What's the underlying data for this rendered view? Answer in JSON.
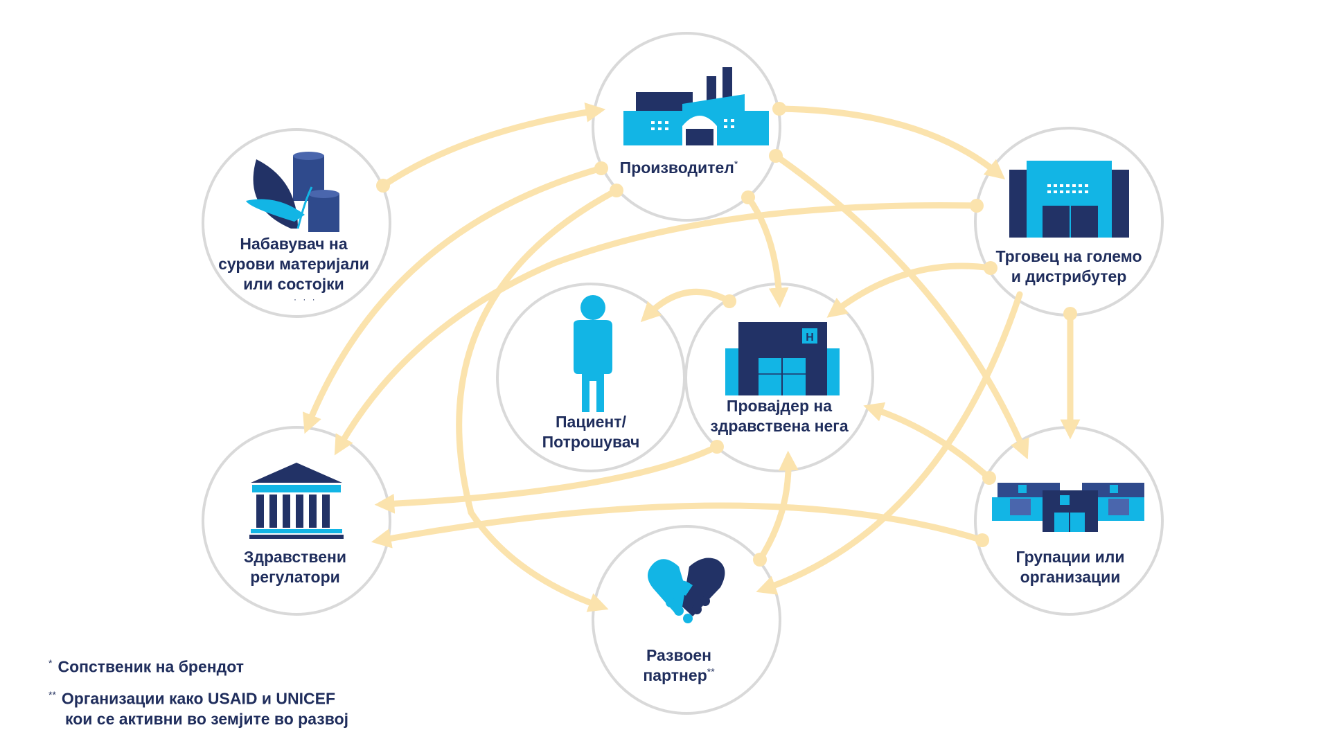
{
  "nodes": {
    "manufacturer": {
      "label": "Производител",
      "suffix": "*"
    },
    "raw_supplier": {
      "lines": [
        "Набавувач на",
        "сурови материјали",
        "или состојки"
      ]
    },
    "wholesaler": {
      "lines": [
        "Трговец на големо",
        "и дистрибутер"
      ]
    },
    "patient": {
      "lines": [
        "Пациент/",
        "Потрошувач"
      ]
    },
    "provider": {
      "lines": [
        "Провајдер на",
        "здравствена нега"
      ]
    },
    "regulators": {
      "lines": [
        "Здравствени",
        "регулатори"
      ]
    },
    "groups": {
      "lines": [
        "Групации или",
        "организации"
      ]
    },
    "dev_partner": {
      "line1": "Развоен",
      "line2": "партнер",
      "suffix": "**"
    }
  },
  "footnotes": [
    {
      "mark": "*",
      "text": "Сопственик на брендот"
    },
    {
      "mark": "**",
      "line1": "Организации како USAID и UNICEF",
      "line2": "кои се активни во земјите во развој"
    }
  ],
  "colors": {
    "navy": "#223266",
    "cyan": "#12b5e5",
    "arrow": "#fbe3ad",
    "circle_border": "#d9d9d9",
    "text": "#1f2d5c"
  },
  "icons": {
    "manufacturer": "factory-icon",
    "raw_supplier": "leaves-barrels-icon",
    "wholesaler": "warehouse-icon",
    "patient": "person-icon",
    "provider": "hospital-icon",
    "regulators": "government-building-icon",
    "groups": "hospital-group-icon",
    "dev_partner": "handshake-icon"
  }
}
